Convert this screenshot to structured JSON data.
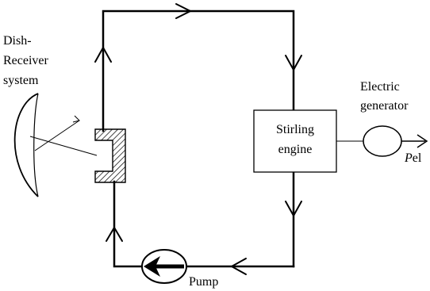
{
  "diagram": {
    "labels": {
      "dish_line1": "Dish-",
      "dish_line2": "Receiver",
      "dish_line3": "system",
      "engine_line1": "Stirling",
      "engine_line2": "engine",
      "generator_line1": "Electric",
      "generator_line2": "generator",
      "power_italic": "P",
      "power_sub": "el",
      "pump": "Pump"
    }
  }
}
